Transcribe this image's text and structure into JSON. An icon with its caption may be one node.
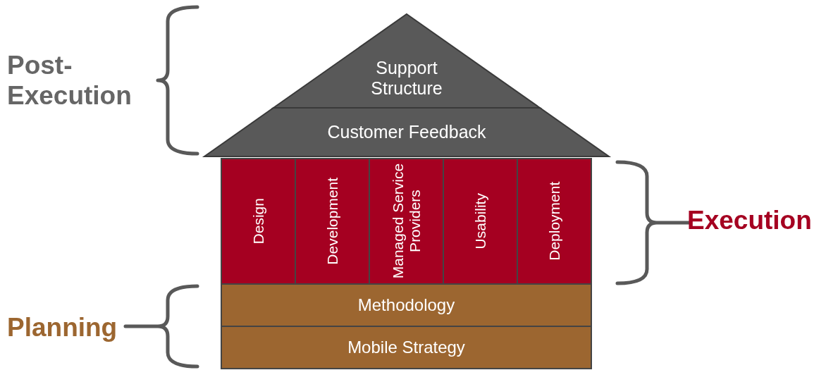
{
  "diagram": {
    "nodes": [
      {
        "text": [
          "Support Structure"
        ]
      },
      {
        "text": [
          "Customer Feedback"
        ]
      },
      {
        "text": [
          "Design"
        ]
      },
      {
        "text": [
          "Development"
        ]
      },
      {
        "text": [
          "Managed Service Providers"
        ]
      },
      {
        "text": [
          "Usability"
        ]
      },
      {
        "text": [
          "Deployment"
        ]
      },
      {
        "text": [
          "Methodology"
        ]
      },
      {
        "text": [
          "Mobile Strategy"
        ]
      }
    ],
    "edges": [],
    "labels": [
      "Post-Execution",
      "Execution",
      "Planning"
    ]
  }
}
